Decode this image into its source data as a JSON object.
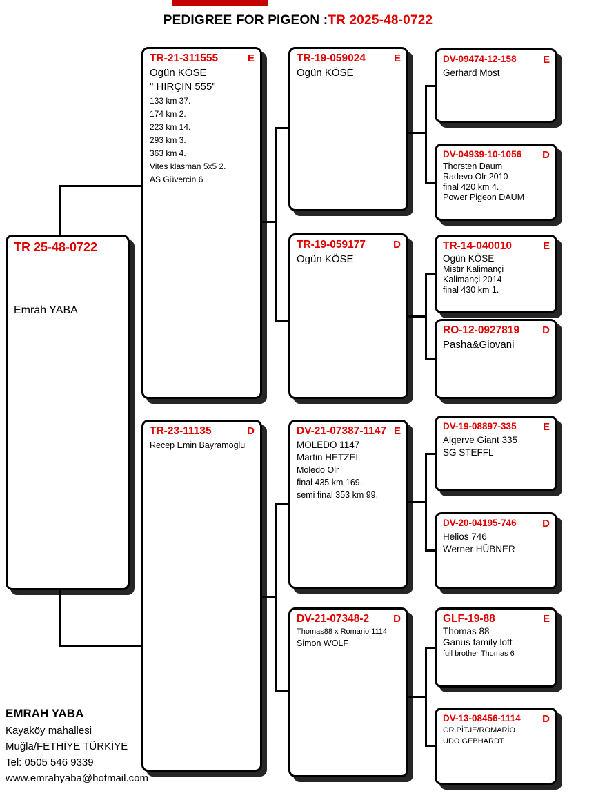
{
  "colors": {
    "accent_red": "#df0000"
  },
  "title": {
    "label": "PEDIGREE FOR PIGEON :",
    "ring": "TR 2025-48-0722"
  },
  "subject": {
    "ring": "TR 25-48-0722",
    "owner": "Emrah YABA"
  },
  "sire": {
    "ring": "TR-21-311555",
    "sex": "E",
    "name": "Ogün KÖSE",
    "alias": "\" HIRÇIN 555\"",
    "results": [
      "133 km  37.",
      "174 km  2.",
      "223 km  14.",
      "293 km  3.",
      "363 km  4.",
      "Vites klasman  5x5  2.",
      "AS Güvercin 6"
    ]
  },
  "dam": {
    "ring": "TR-23-11135",
    "sex": "D",
    "name": "Recep Emin Bayramoğlu"
  },
  "gp": {
    "sire_sire": {
      "ring": "TR-19-059024",
      "sex": "E",
      "lines": [
        "Ogün KÖSE"
      ]
    },
    "sire_dam": {
      "ring": "TR-19-059177",
      "sex": "D",
      "lines": [
        "Ogün KÖSE"
      ]
    },
    "dam_sire": {
      "ring": "DV-21-07387-1147",
      "sex": "E",
      "lines": [
        "MOLEDO 1147",
        "Martin HETZEL",
        "Moledo Olr",
        "final 435 km 169.",
        "semi final 353 km 99."
      ]
    },
    "dam_dam": {
      "ring": "DV-21-07348-2",
      "sex": "D",
      "lines": [
        "Thomas88 x Romario 1114",
        "Simon WOLF"
      ]
    }
  },
  "greats": [
    {
      "ring": "DV-09474-12-158",
      "sex": "E",
      "lines": [
        "Gerhard Most"
      ]
    },
    {
      "ring": "DV-04939-10-1056",
      "sex": "D",
      "lines": [
        "Thorsten Daum",
        "Radevo Olr 2010",
        "final 420 km 4.",
        "Power Pigeon DAUM"
      ]
    },
    {
      "ring": "TR-14-040010",
      "sex": "E",
      "lines": [
        "Ogün KÖSE",
        "Mistır Kalimançi",
        "Kalimançi 2014",
        "final 430 km 1."
      ]
    },
    {
      "ring": "RO-12-0927819",
      "sex": "D",
      "lines": [
        "Pasha&Giovani"
      ]
    },
    {
      "ring": "DV-19-08897-335",
      "sex": "E",
      "lines": [
        "Algerve Giant 335",
        "SG STEFFL"
      ]
    },
    {
      "ring": "DV-20-04195-746",
      "sex": "D",
      "lines": [
        "Helios 746",
        "Werner HÜBNER"
      ]
    },
    {
      "ring": "GLF-19-88",
      "sex": "E",
      "lines": [
        "Thomas 88",
        "Ganus family loft",
        "full brother Thomas 6"
      ]
    },
    {
      "ring": "DV-13-08456-1114",
      "sex": "D",
      "lines": [
        "GR.PİTJE/ROMARİO",
        "UDO GEBHARDT"
      ]
    }
  ],
  "footer": {
    "name": "EMRAH YABA",
    "line1": "Kayaköy mahallesi",
    "line2": "Muğla/FETHİYE   TÜRKİYE",
    "line3": "Tel: 0505 546 9339",
    "line4": "www.emrahyaba@hotmail.com"
  }
}
